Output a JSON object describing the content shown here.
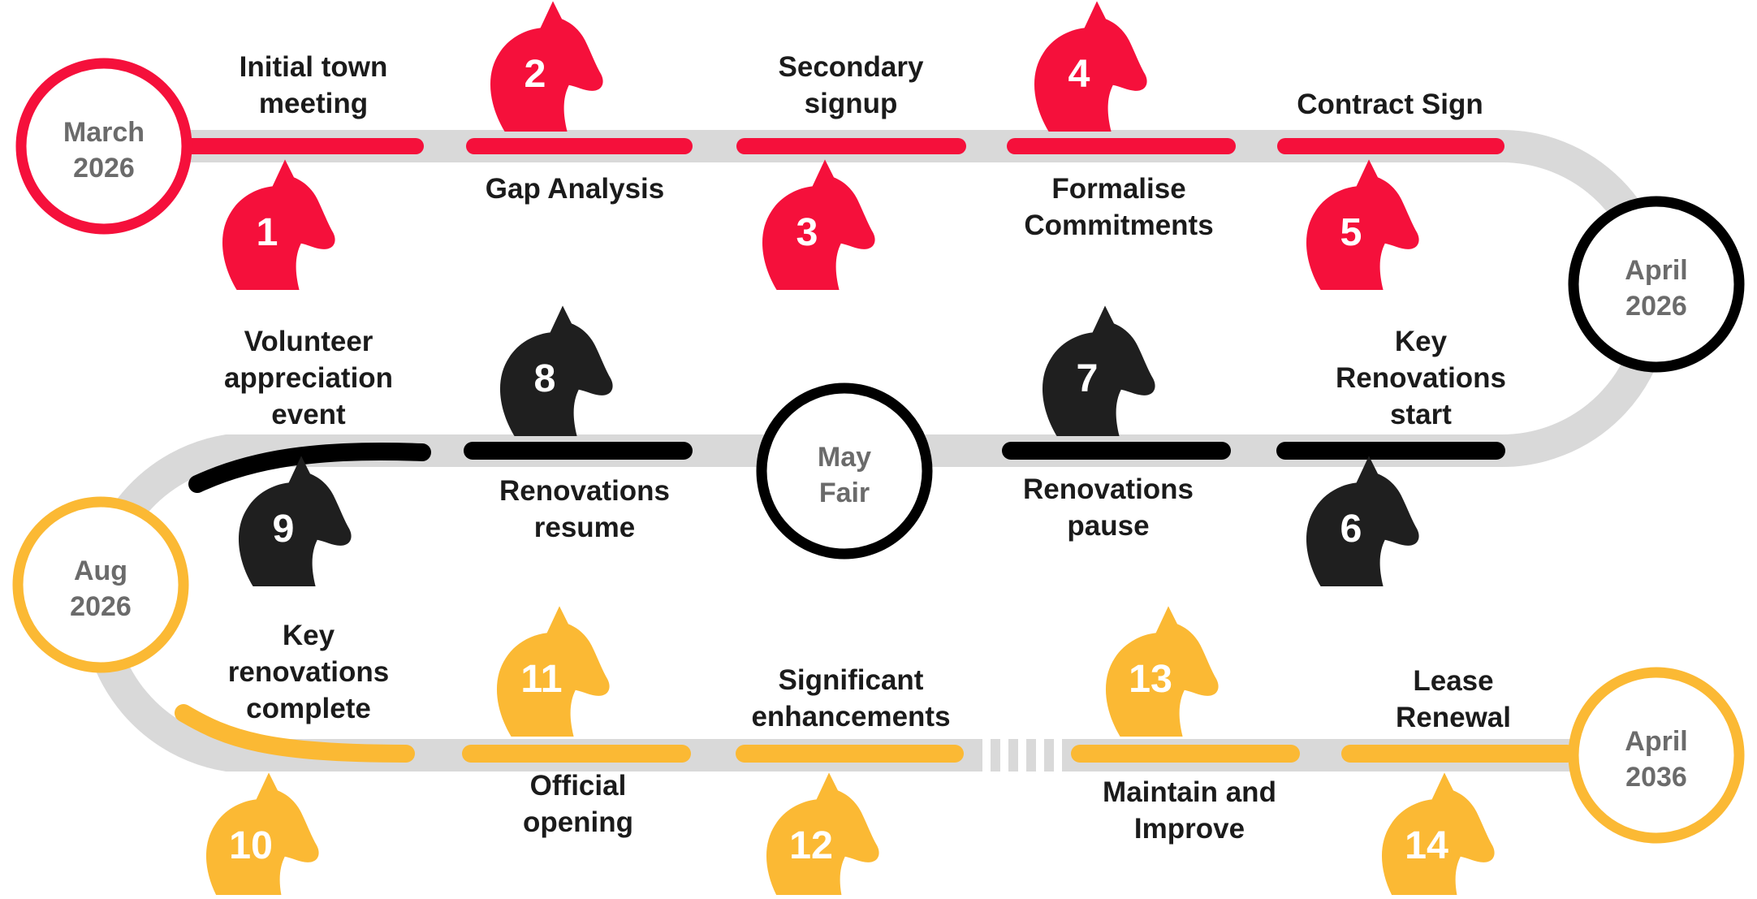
{
  "colors": {
    "track": "#d9d9d9",
    "phase1": "#f5103b",
    "phase2": "#1f1f1f",
    "phase3": "#fbb934",
    "label": "#1b1b1b",
    "milestone_text": "#6b6b6b"
  },
  "icon": "horse-head-icon",
  "milestones": [
    {
      "line1": "March",
      "line2": "2026",
      "color": "#f5103b"
    },
    {
      "line1": "April",
      "line2": "2026",
      "color": "#000000"
    },
    {
      "line1": "May",
      "line2": "Fair",
      "color": "#000000"
    },
    {
      "line1": "Aug",
      "line2": "2026",
      "color": "#fbb934"
    },
    {
      "line1": "April",
      "line2": "2036",
      "color": "#fbb934"
    }
  ],
  "steps": [
    {
      "num": "1",
      "label": "Initial town meeting",
      "label_lines": [
        "Initial town",
        "meeting"
      ]
    },
    {
      "num": "2",
      "label": "Gap Analysis",
      "label_lines": [
        "Gap Analysis"
      ]
    },
    {
      "num": "3",
      "label": "Secondary signup",
      "label_lines": [
        "Secondary",
        "signup"
      ]
    },
    {
      "num": "4",
      "label": "Formalise Commitments",
      "label_lines": [
        "Formalise",
        "Commitments"
      ]
    },
    {
      "num": "5",
      "label": "Contract Sign",
      "label_lines": [
        "Contract Sign"
      ]
    },
    {
      "num": "6",
      "label": "Key Renovations start",
      "label_lines": [
        "Key",
        "Renovations",
        "start"
      ]
    },
    {
      "num": "7",
      "label": "Renovations pause",
      "label_lines": [
        "Renovations",
        "pause"
      ]
    },
    {
      "num": "8",
      "label": "Renovations resume",
      "label_lines": [
        "Renovations",
        "resume"
      ]
    },
    {
      "num": "9",
      "label": "Volunteer appreciation event",
      "label_lines": [
        "Volunteer",
        "appreciation",
        "event"
      ]
    },
    {
      "num": "10",
      "label": "Key renovations complete",
      "label_lines": [
        "Key",
        "renovations",
        "complete"
      ]
    },
    {
      "num": "11",
      "label": "Official opening",
      "label_lines": [
        "Official",
        "opening"
      ]
    },
    {
      "num": "12",
      "label": "Significant enhancements",
      "label_lines": [
        "Significant",
        "enhancements"
      ]
    },
    {
      "num": "13",
      "label": "Maintain and Improve",
      "label_lines": [
        "Maintain and",
        "Improve"
      ]
    },
    {
      "num": "14",
      "label": "Lease Renewal",
      "label_lines": [
        "Lease",
        "Renewal"
      ]
    }
  ]
}
